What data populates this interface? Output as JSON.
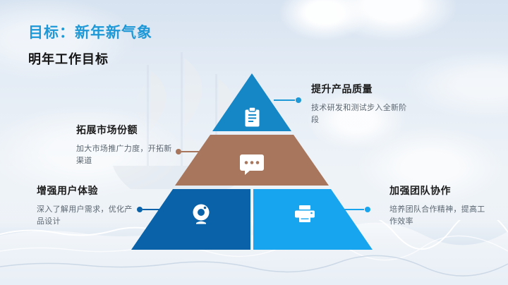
{
  "slide": {
    "title": "目标：新年新气象",
    "subtitle": "明年工作目标",
    "title_color": "#1E98D7",
    "subtitle_color": "#161616"
  },
  "pyramid": {
    "tiers": [
      {
        "id": "top",
        "color": "#1586C6",
        "icon": "clipboard-icon"
      },
      {
        "id": "middle",
        "color": "#A8765C",
        "icon": "chat-dots-icon"
      },
      {
        "id": "bottom-left",
        "color": "#0A63A8",
        "icon": "webcam-icon"
      },
      {
        "id": "bottom-right",
        "color": "#18A5EF",
        "icon": "printer-icon"
      }
    ]
  },
  "labels": [
    {
      "id": "top-right",
      "title": "提升产品质量",
      "desc": "技术研发和测试步入全新阶段",
      "accent": "#1E98D7"
    },
    {
      "id": "mid-left",
      "title": "拓展市场份额",
      "desc": "加大市场推广力度，开拓新渠道",
      "accent": "#A8765C"
    },
    {
      "id": "bottom-left",
      "title": "增强用户体验",
      "desc": "深入了解用户需求，优化产品设计",
      "accent": "#0A63A8"
    },
    {
      "id": "bottom-right",
      "title": "加强团队协作",
      "desc": "培养团队合作精神，提高工作效率",
      "accent": "#18A5EF"
    }
  ]
}
